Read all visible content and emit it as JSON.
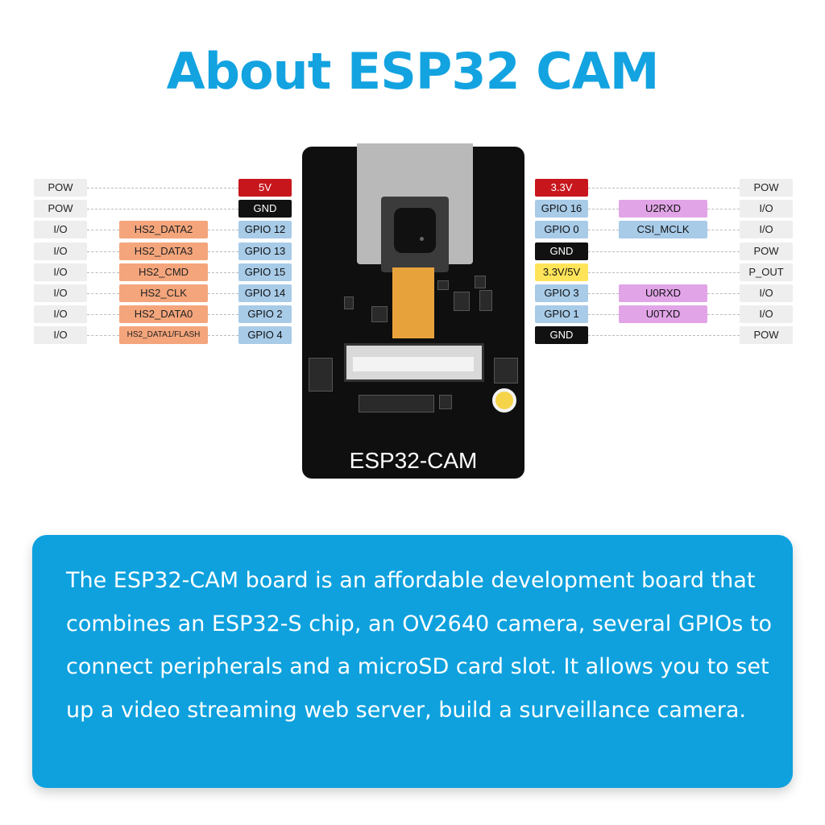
{
  "title": "About ESP32 CAM",
  "board_label": "ESP32-CAM",
  "left_pins": [
    {
      "func": "POW",
      "alt": "",
      "pin": "5V",
      "pin_style": "red"
    },
    {
      "func": "POW",
      "alt": "",
      "pin": "GND",
      "pin_style": "black"
    },
    {
      "func": "I/O",
      "alt": "HS2_DATA2",
      "pin": "GPIO 12",
      "pin_style": "gpio"
    },
    {
      "func": "I/O",
      "alt": "HS2_DATA3",
      "pin": "GPIO 13",
      "pin_style": "gpio"
    },
    {
      "func": "I/O",
      "alt": "HS2_CMD",
      "pin": "GPIO 15",
      "pin_style": "gpio"
    },
    {
      "func": "I/O",
      "alt": "HS2_CLK",
      "pin": "GPIO 14",
      "pin_style": "gpio"
    },
    {
      "func": "I/O",
      "alt": "HS2_DATA0",
      "pin": "GPIO 2",
      "pin_style": "gpio"
    },
    {
      "func": "I/O",
      "alt": "HS2_DATA1/FLASH",
      "pin": "GPIO 4",
      "pin_style": "gpio"
    }
  ],
  "right_pins": [
    {
      "pin": "3.3V",
      "pin_style": "red",
      "alt": "",
      "alt_style": "",
      "func": "POW"
    },
    {
      "pin": "GPIO 16",
      "pin_style": "gpio",
      "alt": "U2RXD",
      "alt_style": "purple",
      "func": "I/O"
    },
    {
      "pin": "GPIO 0",
      "pin_style": "gpio",
      "alt": "CSI_MCLK",
      "alt_style": "alt-blue",
      "func": "I/O"
    },
    {
      "pin": "GND",
      "pin_style": "black",
      "alt": "",
      "alt_style": "",
      "func": "POW"
    },
    {
      "pin": "3.3V/5V",
      "pin_style": "yellow",
      "alt": "",
      "alt_style": "",
      "func": "P_OUT"
    },
    {
      "pin": "GPIO 3",
      "pin_style": "gpio",
      "alt": "U0RXD",
      "alt_style": "purple",
      "func": "I/O"
    },
    {
      "pin": "GPIO 1",
      "pin_style": "gpio",
      "alt": "U0TXD",
      "alt_style": "purple",
      "func": "I/O"
    },
    {
      "pin": "GND",
      "pin_style": "black",
      "alt": "",
      "alt_style": "",
      "func": "POW"
    }
  ],
  "description": "The ESP32-CAM board is an affordable development board that combines an ESP32-S chip, an OV2640 camera, several GPIOs to connect peripherals and a microSD card slot. It allows you to set up a video streaming web server, build a surveillance camera.",
  "colors": {
    "title": "#13a3e0",
    "info_box": "#0ea1de",
    "alt_orange": "#f4a57b",
    "gpio_blue": "#a8cbe8",
    "power_red": "#c8161d",
    "purple": "#e1a5e7",
    "yellow": "#ffe45a"
  }
}
